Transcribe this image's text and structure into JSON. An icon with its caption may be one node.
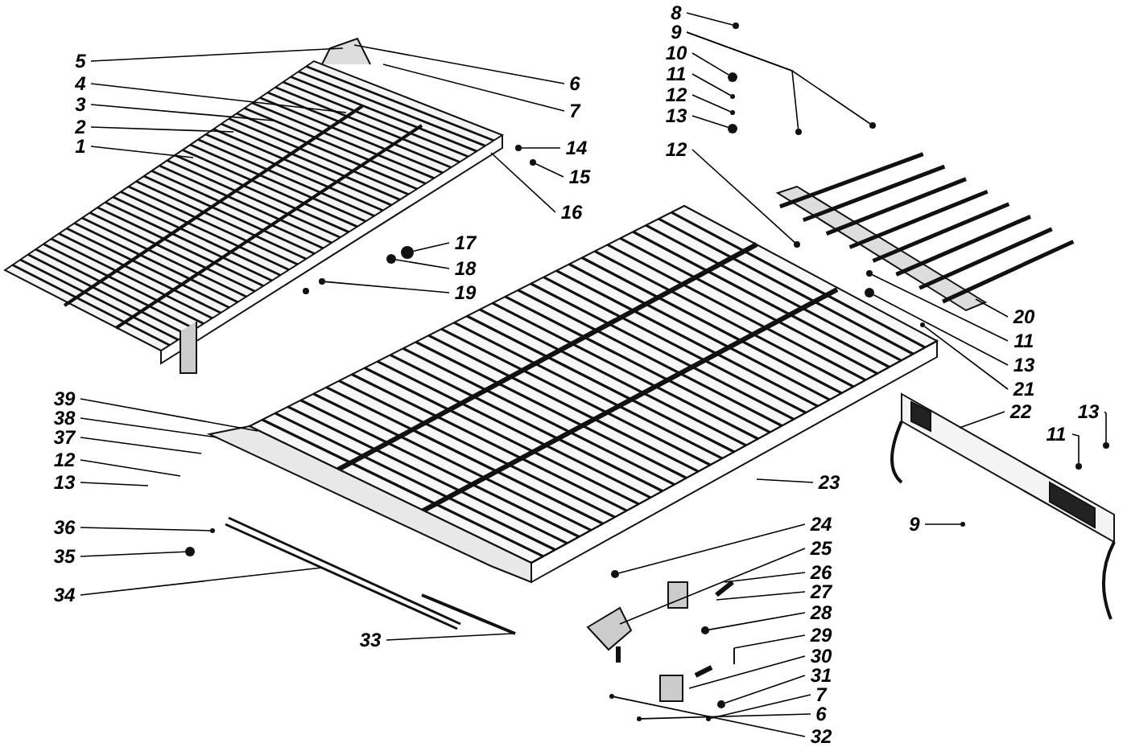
{
  "diagram": {
    "nodes": [
      {
        "text": [
          "5"
        ]
      },
      {
        "text": [
          "4"
        ]
      },
      {
        "text": [
          "3"
        ]
      },
      {
        "text": [
          "2"
        ]
      },
      {
        "text": [
          "1"
        ]
      },
      {
        "text": [
          "6"
        ]
      },
      {
        "text": [
          "7"
        ]
      },
      {
        "text": [
          "14"
        ]
      },
      {
        "text": [
          "15"
        ]
      },
      {
        "text": [
          "16"
        ]
      },
      {
        "text": [
          "17"
        ]
      },
      {
        "text": [
          "18"
        ]
      },
      {
        "text": [
          "19"
        ]
      },
      {
        "text": [
          "8"
        ]
      },
      {
        "text": [
          "9"
        ]
      },
      {
        "text": [
          "10"
        ]
      },
      {
        "text": [
          "11"
        ]
      },
      {
        "text": [
          "12"
        ]
      },
      {
        "text": [
          "13"
        ]
      },
      {
        "text": [
          "12"
        ]
      },
      {
        "text": [
          "20"
        ]
      },
      {
        "text": [
          "11"
        ]
      },
      {
        "text": [
          "13"
        ]
      },
      {
        "text": [
          "21"
        ]
      },
      {
        "text": [
          "22"
        ]
      },
      {
        "text": [
          "13"
        ]
      },
      {
        "text": [
          "11"
        ]
      },
      {
        "text": [
          "9"
        ]
      },
      {
        "text": [
          "39"
        ]
      },
      {
        "text": [
          "38"
        ]
      },
      {
        "text": [
          "37"
        ]
      },
      {
        "text": [
          "12"
        ]
      },
      {
        "text": [
          "13"
        ]
      },
      {
        "text": [
          "36"
        ]
      },
      {
        "text": [
          "35"
        ]
      },
      {
        "text": [
          "34"
        ]
      },
      {
        "text": [
          "33"
        ]
      },
      {
        "text": [
          "23"
        ]
      },
      {
        "text": [
          "24"
        ]
      },
      {
        "text": [
          "25"
        ]
      },
      {
        "text": [
          "26"
        ]
      },
      {
        "text": [
          "27"
        ]
      },
      {
        "text": [
          "28"
        ]
      },
      {
        "text": [
          "29"
        ]
      },
      {
        "text": [
          "30"
        ]
      },
      {
        "text": [
          "31"
        ]
      },
      {
        "text": [
          "7"
        ]
      },
      {
        "text": [
          "6"
        ]
      },
      {
        "text": [
          "32"
        ]
      },
      {
        "text": [],
        "shape": "circle"
      },
      {
        "text": [],
        "shape": "circle"
      },
      {
        "text": [],
        "shape": "circle"
      },
      {
        "text": [],
        "shape": "circle"
      },
      {
        "text": [],
        "shape": "circle"
      },
      {
        "text": [],
        "shape": "circle"
      },
      {
        "text": [],
        "shape": "circle"
      },
      {
        "text": [],
        "shape": "circle"
      },
      {
        "text": [],
        "shape": "circle"
      },
      {
        "text": [],
        "shape": "circle"
      },
      {
        "text": [],
        "shape": "circle"
      },
      {
        "text": [],
        "shape": "circle"
      },
      {
        "text": [],
        "shape": "circle"
      },
      {
        "text": [],
        "shape": "picture"
      },
      {
        "text": [],
        "shape": "circle"
      },
      {
        "text": [],
        "shape": "circle"
      },
      {
        "text": [],
        "shape": "circle"
      },
      {
        "text": [],
        "shape": "picture"
      },
      {
        "text": [],
        "shape": "circle"
      },
      {
        "text": [],
        "shape": "circle"
      },
      {
        "text": [],
        "shape": "circle"
      },
      {
        "text": [],
        "shape": "circle"
      },
      {
        "text": [],
        "shape": "circle"
      },
      {
        "text": [],
        "shape": "circle"
      },
      {
        "text": [],
        "shape": "circle"
      },
      {
        "text": [],
        "shape": "circle"
      },
      {
        "text": [],
        "shape": "circle"
      },
      {
        "text": [],
        "shape": "circle"
      },
      {
        "text": [],
        "shape": "circle"
      },
      {
        "text": [],
        "shape": "bar"
      },
      {
        "text": [],
        "shape": "bar"
      }
    ],
    "edges": [
      {
        "from": 0,
        "to": null,
        "arrow": "none"
      },
      {
        "from": 1,
        "to": null,
        "arrow": "none"
      },
      {
        "from": 2,
        "to": null,
        "arrow": "none"
      },
      {
        "from": 3,
        "to": null,
        "arrow": "none"
      },
      {
        "from": 4,
        "to": null,
        "arrow": "none"
      },
      {
        "from": 5,
        "to": null,
        "arrow": "none"
      },
      {
        "from": 6,
        "to": null,
        "arrow": "none"
      },
      {
        "from": 7,
        "to": 49,
        "arrow": "none"
      },
      {
        "from": 8,
        "to": 50,
        "arrow": "none"
      },
      {
        "from": 9,
        "to": null,
        "arrow": "none"
      },
      {
        "from": 10,
        "to": 51,
        "arrow": "none"
      },
      {
        "from": 11,
        "to": 52,
        "arrow": "none"
      },
      {
        "from": 12,
        "to": 53,
        "arrow": "none"
      },
      {
        "from": 13,
        "to": 54,
        "arrow": "none"
      },
      {
        "from": 14,
        "to": 55,
        "arrow": "none"
      },
      {
        "from": 14,
        "to": 56,
        "arrow": "none"
      },
      {
        "from": 15,
        "to": 57,
        "arrow": "none"
      },
      {
        "from": 16,
        "to": 58,
        "arrow": "none"
      },
      {
        "from": 17,
        "to": 59,
        "arrow": "none"
      },
      {
        "from": 18,
        "to": 60,
        "arrow": "none"
      },
      {
        "from": 19,
        "to": 61,
        "arrow": "none"
      },
      {
        "from": 20,
        "to": 62,
        "arrow": "none"
      },
      {
        "from": 21,
        "to": 63,
        "arrow": "none"
      },
      {
        "from": 22,
        "to": 64,
        "arrow": "none"
      },
      {
        "from": 23,
        "to": 65,
        "arrow": "none"
      },
      {
        "from": 24,
        "to": 66,
        "arrow": "none"
      },
      {
        "from": 25,
        "to": 67,
        "arrow": "none"
      },
      {
        "from": 26,
        "to": 68,
        "arrow": "none"
      },
      {
        "from": 27,
        "to": 69,
        "arrow": "none"
      },
      {
        "from": 28,
        "to": null,
        "arrow": "none"
      },
      {
        "from": 29,
        "to": null,
        "arrow": "none"
      },
      {
        "from": 30,
        "to": null,
        "arrow": "none"
      },
      {
        "from": 31,
        "to": null,
        "arrow": "none"
      },
      {
        "from": 32,
        "to": null,
        "arrow": "none"
      },
      {
        "from": 33,
        "to": 70,
        "arrow": "none"
      },
      {
        "from": 34,
        "to": 71,
        "arrow": "none"
      },
      {
        "from": 35,
        "to": 78,
        "arrow": "none"
      },
      {
        "from": 36,
        "to": 79,
        "arrow": "none"
      },
      {
        "from": 37,
        "to": null,
        "arrow": "none"
      },
      {
        "from": 38,
        "to": 72,
        "arrow": "none"
      },
      {
        "from": 39,
        "to": null,
        "arrow": "none"
      },
      {
        "from": 40,
        "to": null,
        "arrow": "none"
      },
      {
        "from": 41,
        "to": null,
        "arrow": "none"
      },
      {
        "from": 42,
        "to": 73,
        "arrow": "none"
      },
      {
        "from": 43,
        "to": null,
        "arrow": "none"
      },
      {
        "from": 44,
        "to": null,
        "arrow": "none"
      },
      {
        "from": 45,
        "to": 74,
        "arrow": "none"
      },
      {
        "from": 46,
        "to": 75,
        "arrow": "none"
      },
      {
        "from": 47,
        "to": 76,
        "arrow": "none"
      },
      {
        "from": 48,
        "to": 77,
        "arrow": "none"
      }
    ]
  }
}
